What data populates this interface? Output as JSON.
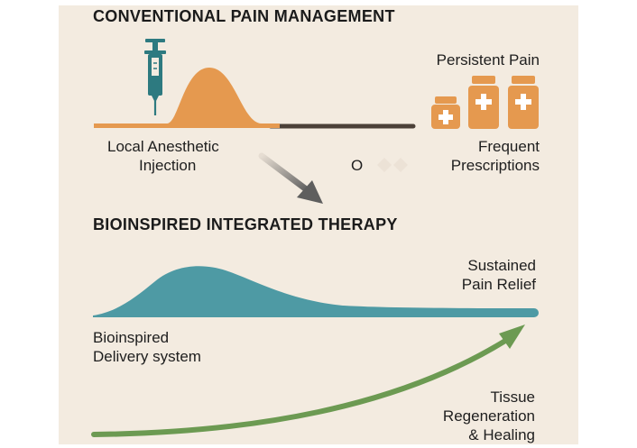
{
  "conventional": {
    "heading": "CONVENTIONAL PAIN MANAGEMENT",
    "injection_label_line1": "Local Anesthetic",
    "injection_label_line2": "Injection",
    "persistent_pain_label": "Persistent Pain",
    "prescriptions_label_line1": "Frequent",
    "prescriptions_label_line2": "Prescriptions",
    "stray_mark": "O"
  },
  "bioinspired": {
    "heading": "BIOINSPIRED INTEGRATED THERAPY",
    "relief_label_line1": "Sustained",
    "relief_label_line2": "Pain Relief",
    "delivery_label_line1": "Bioinspired",
    "delivery_label_line2": "Delivery system",
    "regen_label_line1": "Tissue",
    "regen_label_line2": "Regeneration",
    "regen_label_line3": "& Healing"
  },
  "colors": {
    "background": "#f3ebe0",
    "orange": "#e5994f",
    "dark_baseline": "#4b4038",
    "syringe": "#2d7a80",
    "teal": "#4e9aa4",
    "green": "#6c9a52",
    "arrow_gray": "#6a6a6a",
    "text": "#1e1e1e"
  },
  "icons": [
    "syringe-icon",
    "pill-bottle-icon",
    "diagonal-arrow-icon",
    "curved-arrow-icon"
  ]
}
